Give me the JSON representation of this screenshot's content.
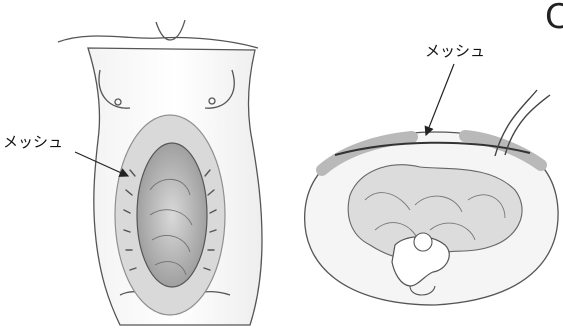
{
  "figure": {
    "left_panel": {
      "label": "メッシュ"
    },
    "right_panel": {
      "label": "メッシュ"
    },
    "partial_glyph": "C"
  },
  "colors": {
    "line": "#444444",
    "shade": "#b9b9b9",
    "mesh": "#8f8f8f"
  }
}
